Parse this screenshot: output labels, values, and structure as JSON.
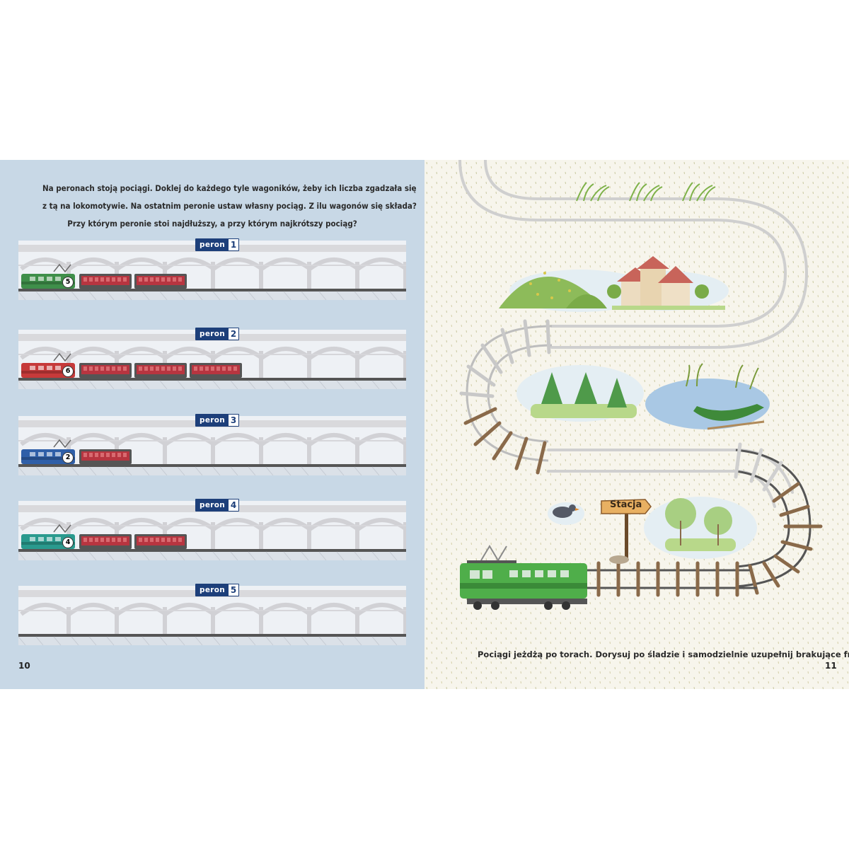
{
  "left_page": {
    "instruction_lines": [
      "Na peronach stoją pociągi. Doklej do każdego tyle wagoników, żeby ich liczba zgadzała się",
      "z tą na lokomotywie. Na ostatnim peronie ustaw własny pociąg. Z ilu wagonów się składa?",
      "Przy którym peronie stoi najdłuższy, a przy którym najkrótszy pociąg?"
    ],
    "platforms": [
      {
        "sign_label": "peron",
        "sign_number": "1",
        "loco_number": "5",
        "loco_color": "#3f8f4a",
        "wagons": 2
      },
      {
        "sign_label": "peron",
        "sign_number": "2",
        "loco_number": "6",
        "loco_color": "#c63a3a",
        "wagons": 3
      },
      {
        "sign_label": "peron",
        "sign_number": "3",
        "loco_number": "2",
        "loco_color": "#2f5fa8",
        "wagons": 1
      },
      {
        "sign_label": "peron",
        "sign_number": "4",
        "loco_number": "4",
        "loco_color": "#2a9a8e",
        "wagons": 2
      },
      {
        "sign_label": "peron",
        "sign_number": "5",
        "loco_number": "",
        "loco_color": "",
        "wagons": 0
      }
    ],
    "page_number": "10"
  },
  "right_page": {
    "station_sign": "Stacja",
    "caption": "Pociągi jeżdżą po torach. Dorysuj po śladzie i samodzielnie uzupełnij brakujące fragmenty.",
    "page_number": "11"
  },
  "colors": {
    "left_bg": "#c8d8e6",
    "right_bg": "#f7f5ec",
    "wagon_red": "#b73540",
    "sign_blue": "#1d3f7a",
    "track_brown": "#8a6a4a",
    "train_green": "#4fae4a"
  }
}
